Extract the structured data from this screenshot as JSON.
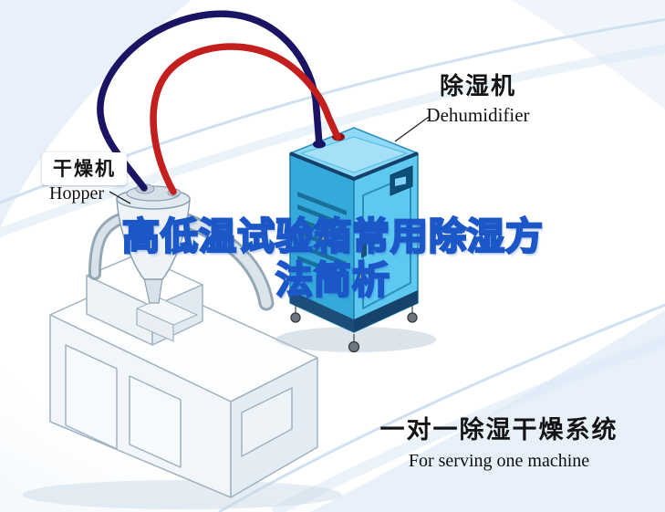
{
  "title": {
    "line1": "高低温试验箱常用除湿方",
    "line2": "法简析"
  },
  "illustration": {
    "labels": {
      "dehumidifier": {
        "zh": "除湿机",
        "en": "Dehumidifier"
      },
      "hopper": {
        "zh": "干燥机",
        "en": "Hopper"
      }
    }
  },
  "caption": {
    "zh": "一对一除湿干燥系统",
    "en": "For serving one machine"
  },
  "colors": {
    "title_fill": "#ffe100",
    "title_outline": "#1c57c8",
    "pipe_blue": "#1b1464",
    "pipe_red": "#c41f1f",
    "machine_blue_left": "#35a9da",
    "machine_blue_right": "#5ec9f0",
    "machine_blue_top": "#a5e0f8",
    "machine_trim_dark": "#1d4e79",
    "extruder_body": "#f2f6fa",
    "background_accent": "#e8f1fa",
    "label_text": "#141414"
  }
}
